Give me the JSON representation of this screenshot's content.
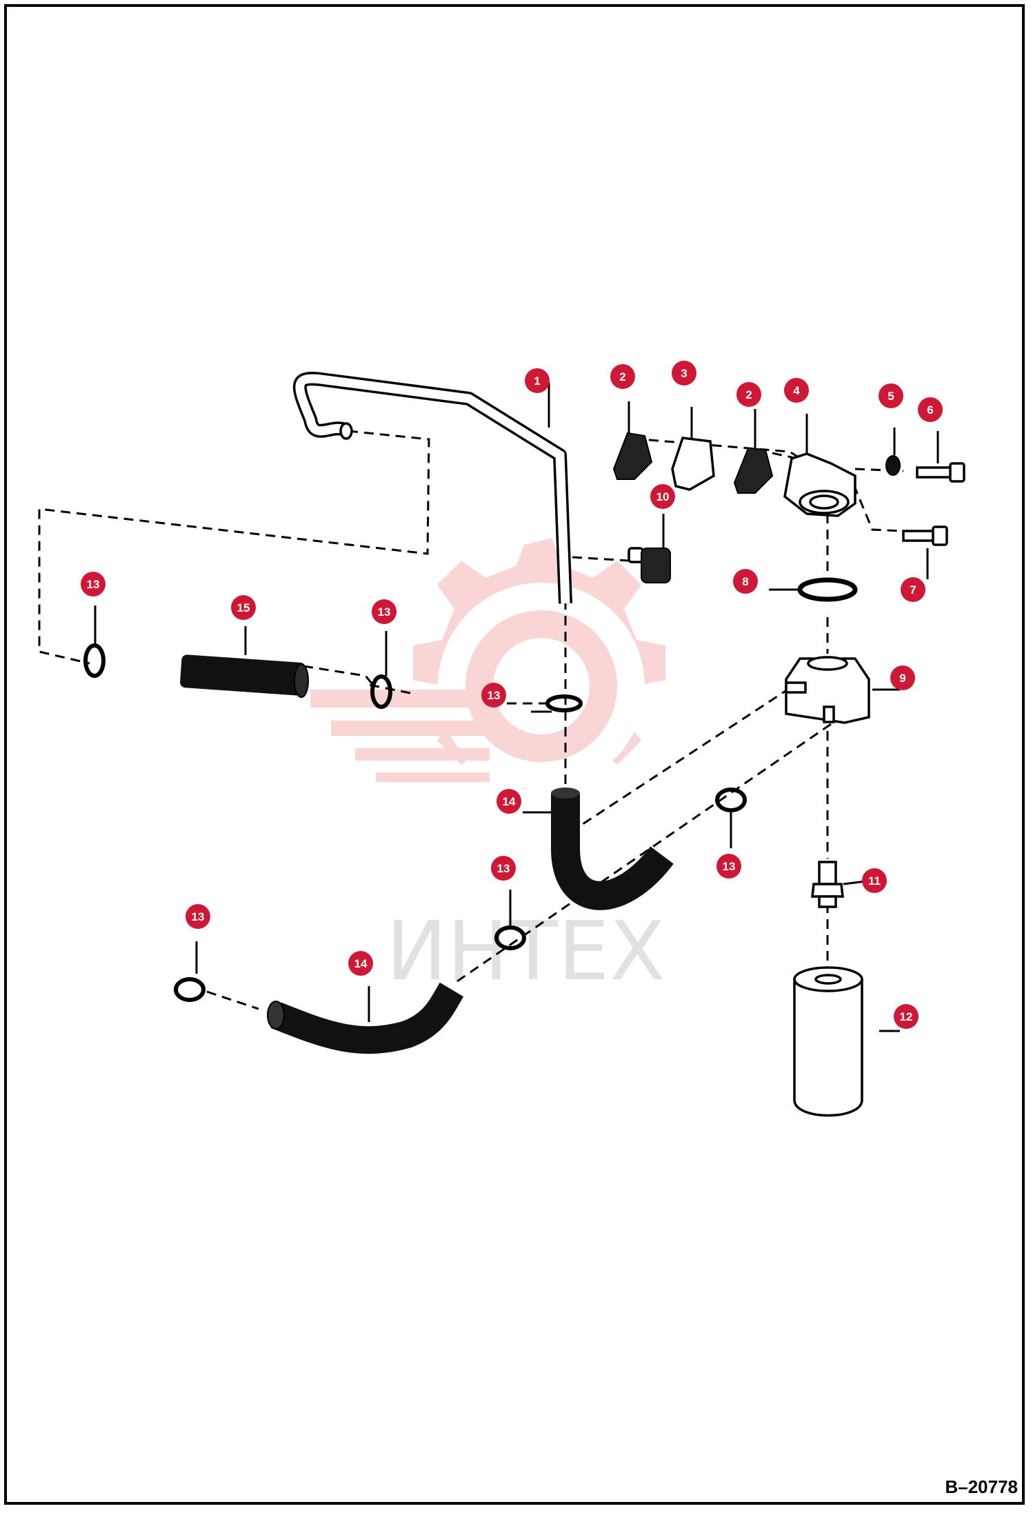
{
  "diagram": {
    "reference_code": "B–20778",
    "watermark": {
      "text": "ИНТЕХ",
      "color": "#f3a4a4"
    },
    "callout_color": "#cf1736",
    "callouts": [
      {
        "id": "c1",
        "label": "1"
      },
      {
        "id": "c2a",
        "label": "2"
      },
      {
        "id": "c3",
        "label": "3"
      },
      {
        "id": "c2b",
        "label": "2"
      },
      {
        "id": "c4",
        "label": "4"
      },
      {
        "id": "c5",
        "label": "5"
      },
      {
        "id": "c6",
        "label": "6"
      },
      {
        "id": "c10",
        "label": "10"
      },
      {
        "id": "c8",
        "label": "8"
      },
      {
        "id": "c7",
        "label": "7"
      },
      {
        "id": "c13a",
        "label": "13"
      },
      {
        "id": "c15",
        "label": "15"
      },
      {
        "id": "c13b",
        "label": "13"
      },
      {
        "id": "c9",
        "label": "9"
      },
      {
        "id": "c13c",
        "label": "13"
      },
      {
        "id": "c14a",
        "label": "14"
      },
      {
        "id": "c13d",
        "label": "13"
      },
      {
        "id": "c11",
        "label": "11"
      },
      {
        "id": "c13e",
        "label": "13"
      },
      {
        "id": "c13f",
        "label": "13"
      },
      {
        "id": "c14b",
        "label": "14"
      },
      {
        "id": "c12",
        "label": "12"
      }
    ],
    "parts": [
      {
        "number": "1",
        "icon": "bent-tube-icon"
      },
      {
        "number": "2",
        "icon": "gasket-icon"
      },
      {
        "number": "3",
        "icon": "adapter-plate-icon"
      },
      {
        "number": "4",
        "icon": "filter-head-icon"
      },
      {
        "number": "5",
        "icon": "washer-icon"
      },
      {
        "number": "6",
        "icon": "bolt-icon"
      },
      {
        "number": "7",
        "icon": "bolt-icon"
      },
      {
        "number": "8",
        "icon": "o-ring-icon"
      },
      {
        "number": "9",
        "icon": "filter-block-icon"
      },
      {
        "number": "10",
        "icon": "clip-icon"
      },
      {
        "number": "11",
        "icon": "nipple-icon"
      },
      {
        "number": "12",
        "icon": "oil-filter-icon"
      },
      {
        "number": "13",
        "icon": "hose-clamp-icon"
      },
      {
        "number": "14",
        "icon": "hose-icon"
      },
      {
        "number": "15",
        "icon": "hose-icon"
      }
    ]
  }
}
